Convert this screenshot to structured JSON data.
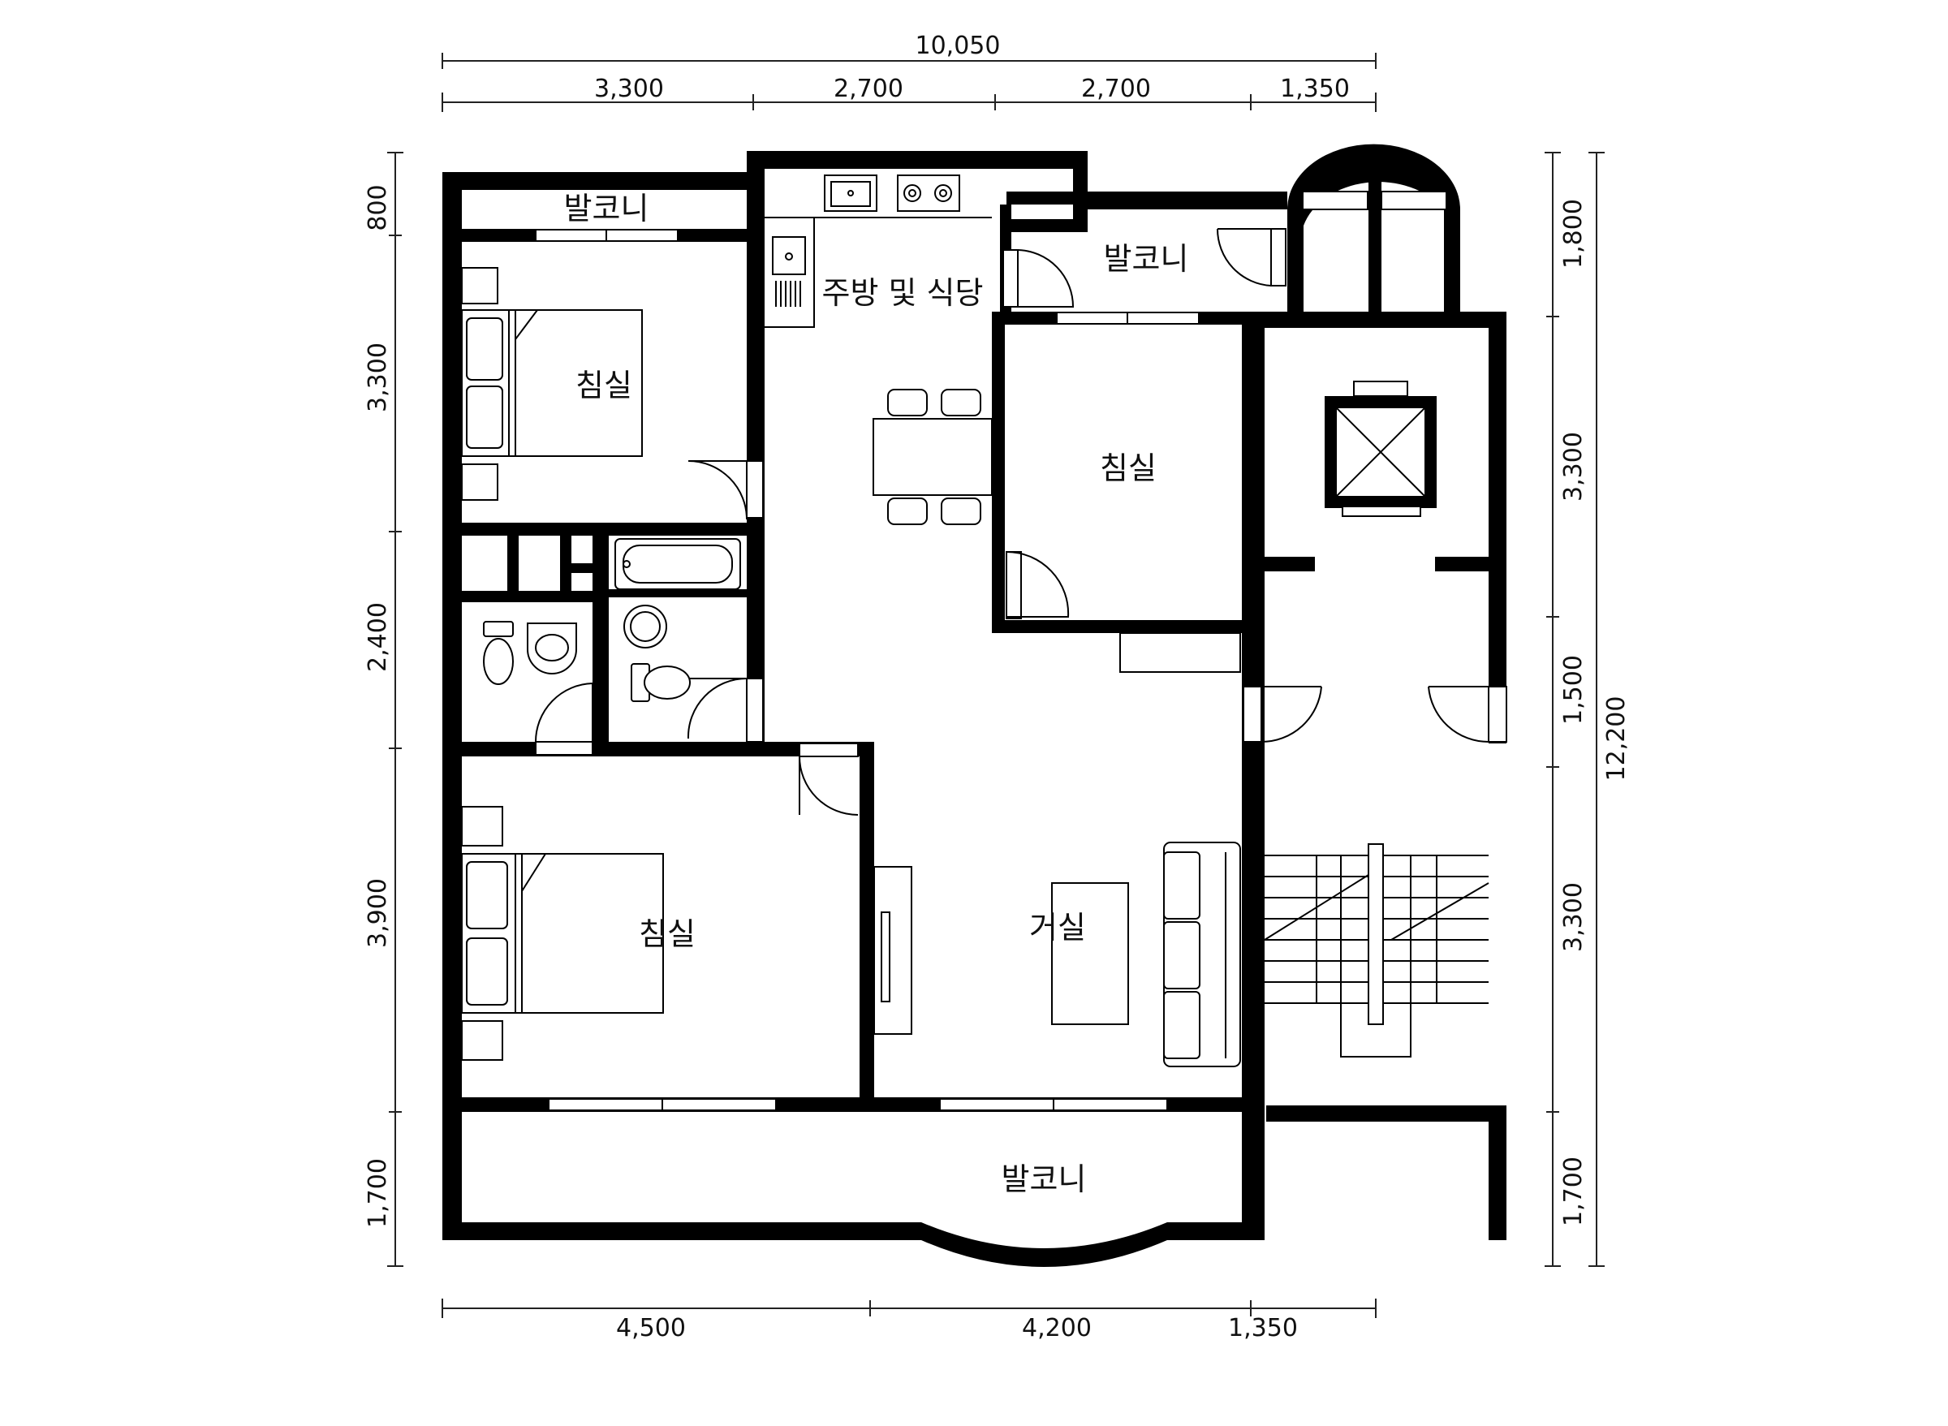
{
  "dimensions": {
    "top_total": "10,050",
    "top_segments": [
      "3,300",
      "2,700",
      "2,700",
      "1,350"
    ],
    "bottom_segments": [
      "4,500",
      "4,200",
      "1,350"
    ],
    "left_segments": [
      "800",
      "3,300",
      "2,400",
      "3,900",
      "1,700"
    ],
    "right_segments": [
      "1,800",
      "3,300",
      "1,500",
      "3,300",
      "1,700"
    ],
    "right_total": "12,200"
  },
  "rooms": {
    "balcony_top_left": "발코니",
    "bedroom_top_left": "침실",
    "kitchen_dining": "주방 및 식당",
    "balcony_top_right": "발코니",
    "bedroom_middle": "침실",
    "bedroom_bottom_left": "침실",
    "living_room": "거실",
    "balcony_bottom": "발코니"
  }
}
